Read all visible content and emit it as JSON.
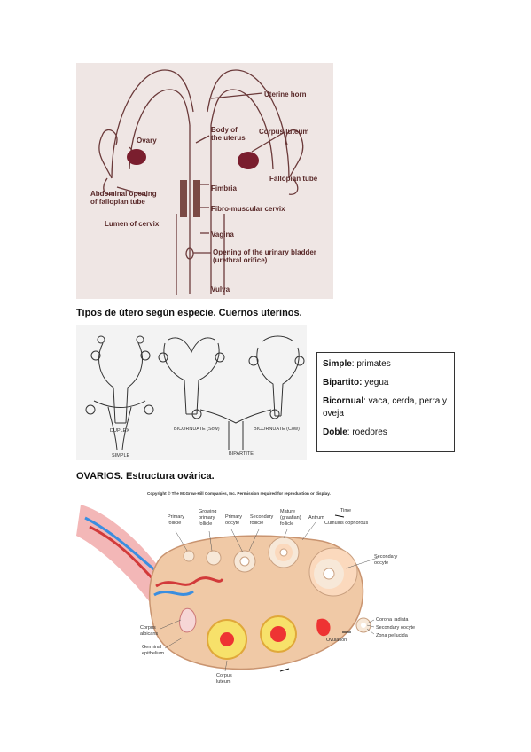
{
  "figure1": {
    "labels": {
      "uterine_horn": "Uterine horn",
      "body_of_uterus_1": "Body of",
      "body_of_uterus_2": "the uterus",
      "corpus_luteum": "Corpus luteum",
      "ovary": "Ovary",
      "fimbria": "Fimbria",
      "fallopian_tube": "Fallopian tube",
      "abdominal_opening_1": "Abdominal opening",
      "abdominal_opening_2": "of fallopian tube",
      "lumen_of_cervix": "Lumen of cervix",
      "fibro_muscular": "Fibro-muscular cervix",
      "vagina": "Vagina",
      "urinary_opening_1": "Opening of the urinary bladder",
      "urinary_opening_2": "(urethral orifice)",
      "vulva": "Vulva"
    }
  },
  "heading1": "Tipos de útero según especie. Cuernos uterinos.",
  "figure2": {
    "labels": {
      "duplex": "DUPLEX",
      "bicornuate_sow": "BICORNUATE (Sow)",
      "bicornuate_cow": "BICORNUATE (Cow)",
      "simple": "SIMPLE",
      "bipartite": "BIPARTITE"
    }
  },
  "species_box": {
    "simple_term": "Simple",
    "simple_value": ": primates",
    "bipartito_term": "Bipartito:",
    "bipartito_value": " yegua",
    "bicornual_term": "Bicornual",
    "bicornual_value": ": vaca, cerda, perra y oveja",
    "doble_term": "Doble",
    "doble_value": ": roedores"
  },
  "heading2": "OVARIOS. Estructura ovárica.",
  "figure3": {
    "copyright": "Copyright © The McGraw-Hill Companies, Inc. Permission required for reproduction or display.",
    "labels": {
      "primary_follicle_1": "Primary",
      "primary_follicle_2": "follicle",
      "growing_1": "Growing",
      "growing_2": "primary",
      "growing_3": "follicle",
      "primary_oocyte_1": "Primary",
      "primary_oocyte_2": "oocyte",
      "secondary_follicle_1": "Secondary",
      "secondary_follicle_2": "follicle",
      "mature_1": "Mature",
      "mature_2": "(graafian)",
      "mature_3": "follicle",
      "antrum": "Antrum",
      "time": "Time",
      "cumulus": "Cumulus oophorous",
      "secondary_oocyte_1": "Secondary",
      "secondary_oocyte_2": "oocyte",
      "corpus_albicans_1": "Corpus",
      "corpus_albicans_2": "albicans",
      "germinal_1": "Germinal",
      "germinal_2": "epithelium",
      "corpus_luteum_1": "Corpus",
      "corpus_luteum_2": "luteum",
      "ovulation": "Ovulation",
      "corona_radiata": "Corona radiata",
      "secondary_oocyte_right": "Secondary oocyte",
      "zona_pellucida": "Zona pellucida"
    }
  }
}
